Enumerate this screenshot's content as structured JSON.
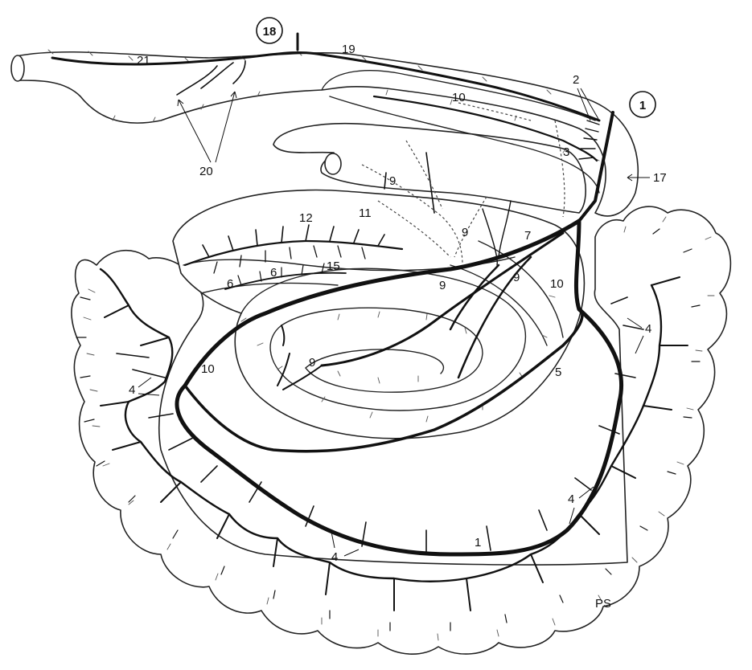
{
  "labels": {
    "l1_circle": "1",
    "l1_bottom": "1",
    "l2": "2",
    "l3": "3",
    "l4_left": "4",
    "l4_right": "4",
    "l4_lower_right": "4",
    "l4_bottom": "4",
    "l5": "5",
    "l6a": "6",
    "l6b": "6",
    "l7": "7",
    "l9a": "9",
    "l9b": "9",
    "l9c": "9",
    "l9d": "9",
    "l9e": "9",
    "l10_top": "10",
    "l10_right": "10",
    "l10_left": "10",
    "l11": "11",
    "l12": "12",
    "l15": "15",
    "l17": "17",
    "l18": "18",
    "l19": "19",
    "l20": "20",
    "l21": "21",
    "signature": "PS"
  },
  "colors": {
    "ink": "#111111",
    "paper": "#ffffff"
  }
}
